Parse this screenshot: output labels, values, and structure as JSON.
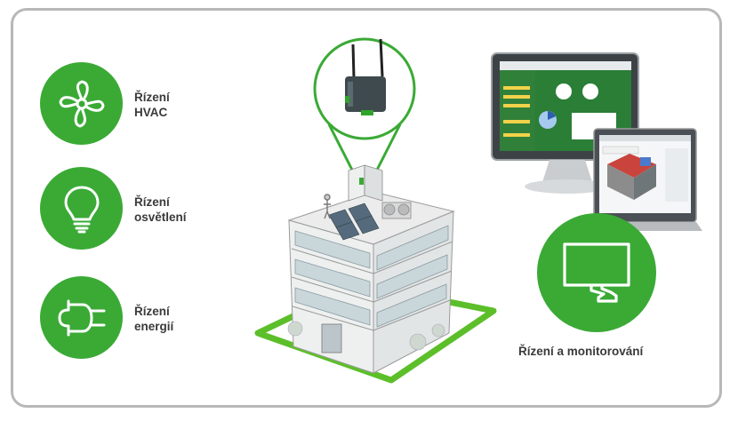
{
  "features": [
    {
      "line1": "Řízení",
      "line2": "HVAC",
      "icon": "fan-icon"
    },
    {
      "line1": "Řízení",
      "line2": "osvětlení",
      "icon": "light-bulb-icon"
    },
    {
      "line1": "Řízení",
      "line2": "energií",
      "icon": "power-plug-icon"
    }
  ],
  "monitoring": {
    "label": "Řízení a monitorování",
    "icon": "monitor-icon"
  },
  "colors": {
    "brand_green": "#3aaa35",
    "frame_gray": "#b8b8b8",
    "text": "#3a3a3a"
  }
}
